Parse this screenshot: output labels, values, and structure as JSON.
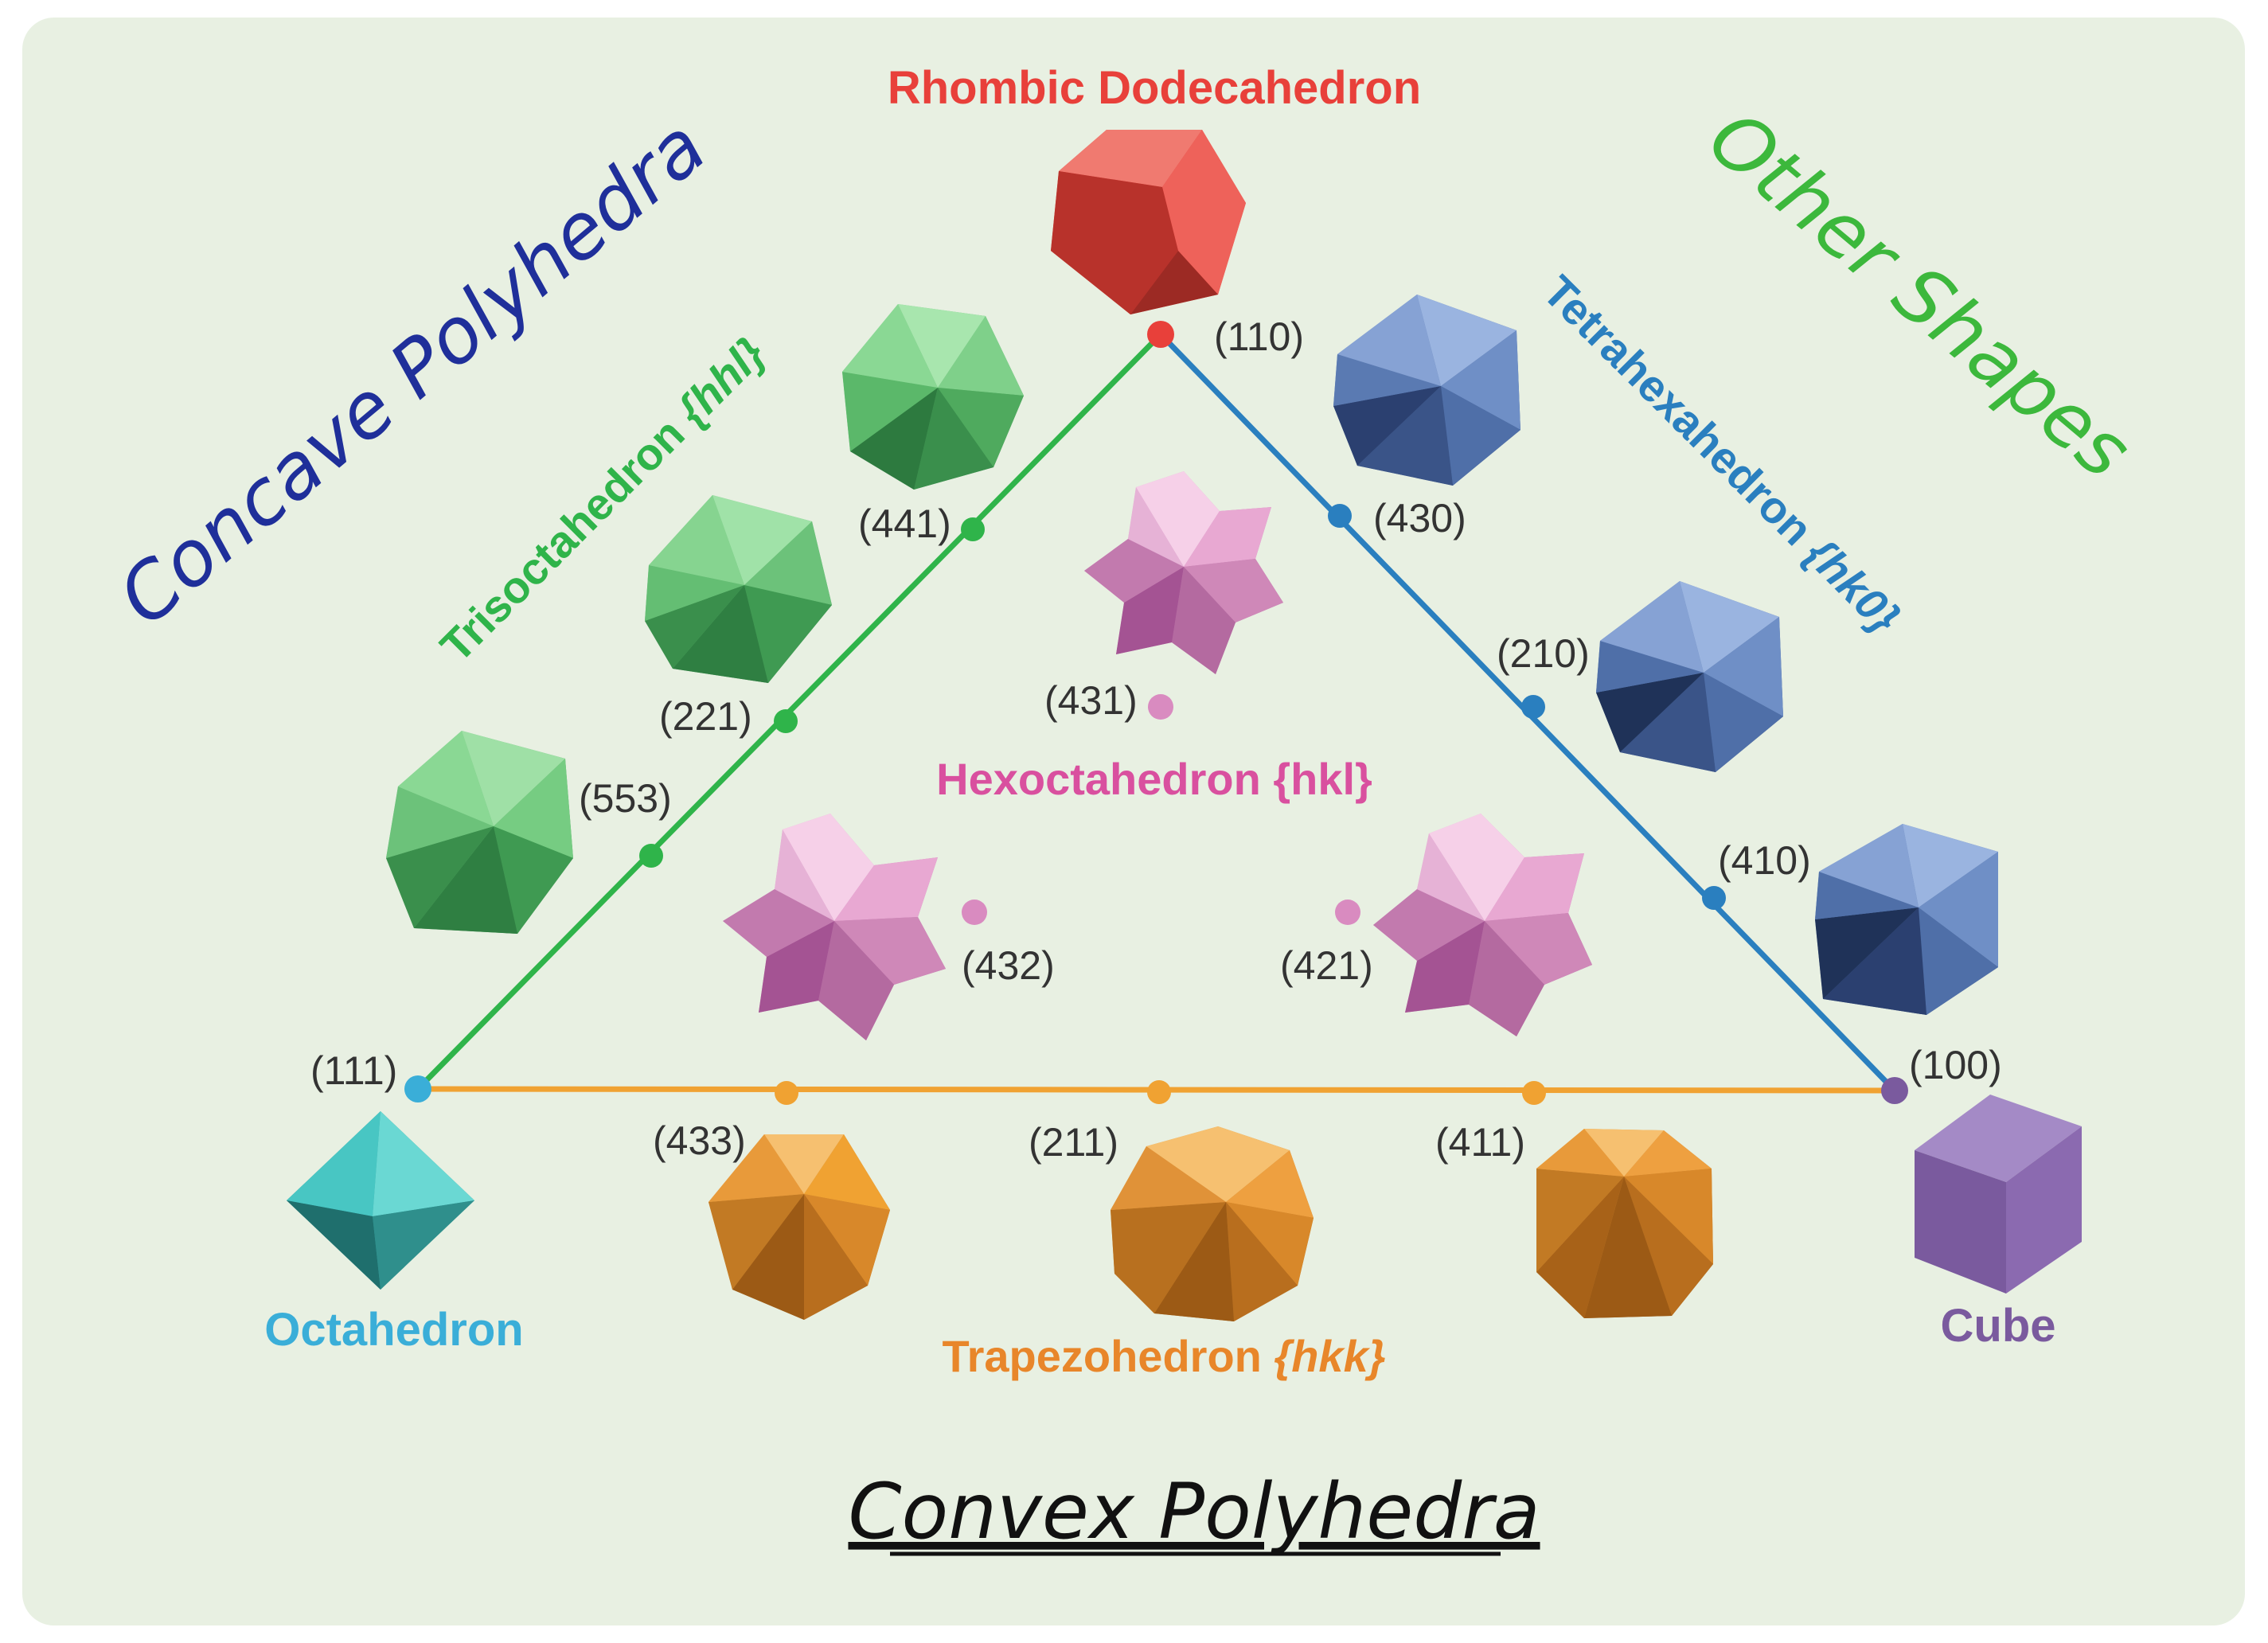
{
  "colors": {
    "background": "#e8f0e2",
    "octahedron": "#3aaed8",
    "rhombic": "#e8403a",
    "cube": "#7a5a9e",
    "trisoctahedron": "#2fb44a",
    "tetrahexahedron": "#2a7fbf",
    "trapezohedron": "#f0a232",
    "hexoctahedron": "#d98bc0",
    "concave_title": "#1f2f9a",
    "other_title": "#3cb83c",
    "convex_title": "#111111"
  },
  "titles": {
    "concave": "Concave Polyhedra",
    "other": "Other Shapes",
    "convex": "Convex Polyhedra"
  },
  "vertices": {
    "rhombic": {
      "name": "Rhombic Dodecahedron",
      "index": "(110)"
    },
    "octahedron": {
      "name": "Octahedron",
      "index": "(111)"
    },
    "cube": {
      "name": "Cube",
      "index": "(100)"
    }
  },
  "families": {
    "trisoctahedron": {
      "label_main": "Trisoctahedron ",
      "label_hkl": "{hhl}",
      "members": [
        "(441)",
        "(221)",
        "(553)"
      ]
    },
    "tetrahexahedron": {
      "label_main": "Tetrahexahedron ",
      "label_hkl": "{hk0}",
      "members": [
        "(430)",
        "(210)",
        "(410)"
      ]
    },
    "trapezohedron": {
      "label_main": "Trapezohedron ",
      "label_hkl": "{hkk}",
      "members": [
        "(433)",
        "(211)",
        "(411)"
      ]
    },
    "hexoctahedron": {
      "label": "Hexoctahedron {hkl}",
      "members": [
        "(431)",
        "(432)",
        "(421)"
      ]
    }
  },
  "icons": [
    "octahedron-icon",
    "rhombic-dodecahedron-icon",
    "cube-icon",
    "trisoctahedron-icon",
    "tetrahexahedron-icon",
    "trapezohedron-icon",
    "hexoctahedron-icon"
  ]
}
